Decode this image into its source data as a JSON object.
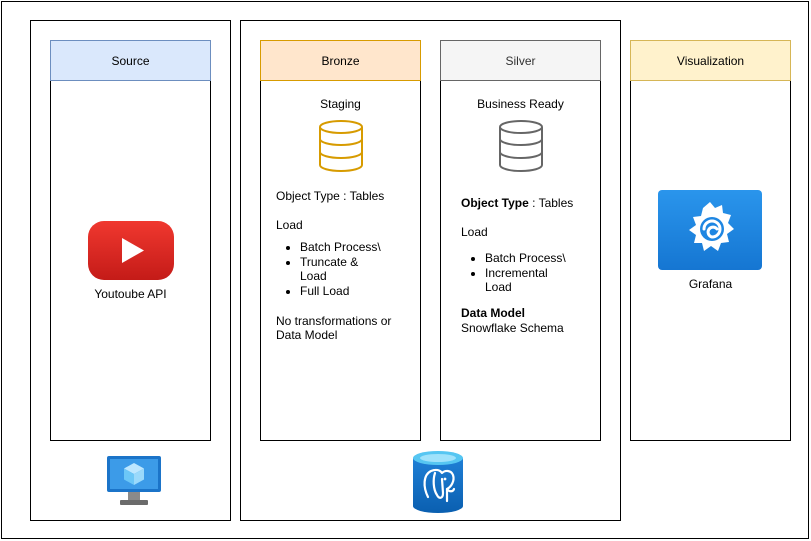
{
  "colors": {
    "source_header": "#dae8fc",
    "bronze_header": "#ffe6cc",
    "silver_header": "#f5f5f5",
    "visualization_header": "#fff2cc",
    "bronze_db_stroke": "#d79b00",
    "silver_db_stroke": "#666666",
    "youtube_red": "#e52d27",
    "grafana_blue": "#1f88e5",
    "postgres_blue": "#0078d4"
  },
  "source": {
    "header": "Source",
    "label": "Youtoube API",
    "icon": "youtube-logo"
  },
  "bronze": {
    "header": "Bronze",
    "title": "Staging",
    "icon": "database-icon",
    "object_type": "Object Type : Tables",
    "load_label": "Load",
    "load_items": [
      "Batch Process\\",
      "Truncate & Load",
      "Full Load"
    ],
    "note": "No transformations or Data Model"
  },
  "silver": {
    "header": "Silver",
    "title": "Business Ready",
    "icon": "database-icon",
    "object_type_label": "Object Type",
    "object_type_value": " : Tables",
    "load_label": "Load",
    "load_items": [
      "Batch Process\\",
      "Incremental Load"
    ],
    "data_model_label": "Data Model",
    "data_model_value": "Snowflake Schema"
  },
  "visualization": {
    "header": "Visualization",
    "label": "Grafana",
    "icon": "grafana-logo"
  },
  "footer_icons": {
    "compute": "azure-vm-icon",
    "database": "azure-postgresql-icon"
  }
}
